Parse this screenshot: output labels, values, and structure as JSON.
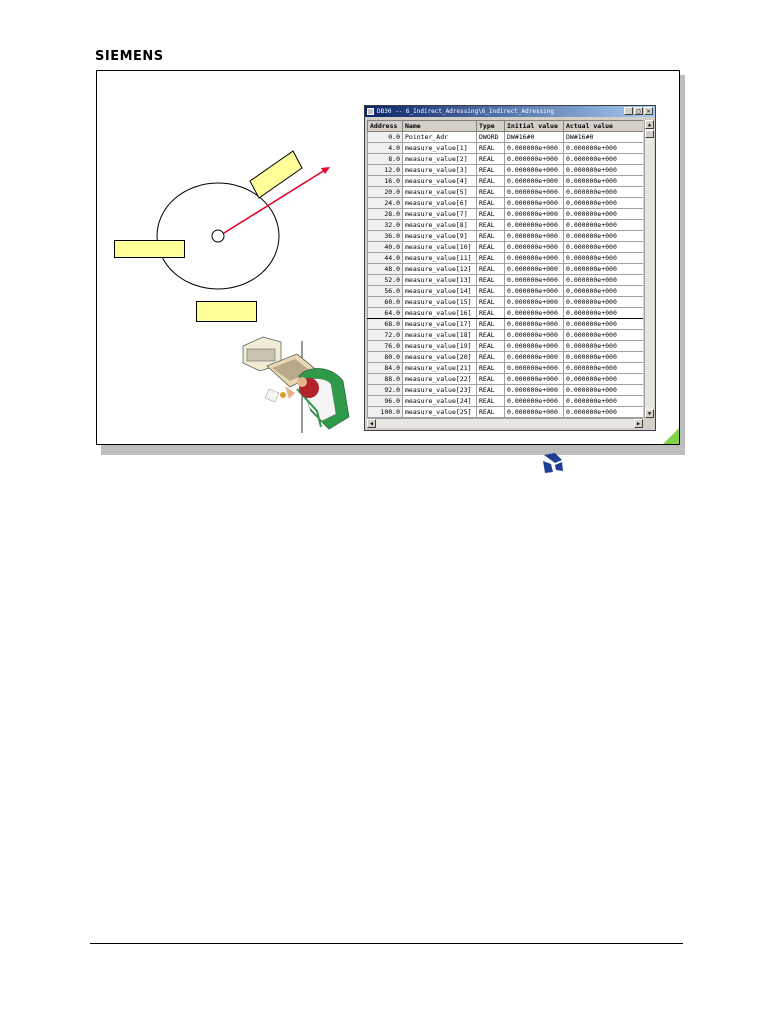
{
  "header": {
    "logo_text": "SIEMENS"
  },
  "db_window": {
    "title": "DB30 -- 6_Indirect_Adressing\\6_Indirect_Adressing",
    "controls": [
      "_",
      "□",
      "×"
    ],
    "columns": [
      "Address",
      "Name",
      "Type",
      "Initial value",
      "Actual value"
    ],
    "rows": [
      [
        "0.0",
        "Pointer_Adr",
        "DWORD",
        "DW#16#0",
        "DW#16#0"
      ],
      [
        "4.0",
        "measure_value[1]",
        "REAL",
        "0.000000e+000",
        "0.000000e+000"
      ],
      [
        "8.0",
        "measure_value[2]",
        "REAL",
        "0.000000e+000",
        "0.000000e+000"
      ],
      [
        "12.0",
        "measure_value[3]",
        "REAL",
        "0.000000e+000",
        "0.000000e+000"
      ],
      [
        "16.0",
        "measure_value[4]",
        "REAL",
        "0.000000e+000",
        "0.000000e+000"
      ],
      [
        "20.0",
        "measure_value[5]",
        "REAL",
        "0.000000e+000",
        "0.000000e+000"
      ],
      [
        "24.0",
        "measure_value[6]",
        "REAL",
        "0.000000e+000",
        "0.000000e+000"
      ],
      [
        "28.0",
        "measure_value[7]",
        "REAL",
        "0.000000e+000",
        "0.000000e+000"
      ],
      [
        "32.0",
        "measure_value[8]",
        "REAL",
        "0.000000e+000",
        "0.000000e+000"
      ],
      [
        "36.0",
        "measure_value[9]",
        "REAL",
        "0.000000e+000",
        "0.000000e+000"
      ],
      [
        "40.0",
        "measure_value[10]",
        "REAL",
        "0.000000e+000",
        "0.000000e+000"
      ],
      [
        "44.0",
        "measure_value[11]",
        "REAL",
        "0.000000e+000",
        "0.000000e+000"
      ],
      [
        "48.0",
        "measure_value[12]",
        "REAL",
        "0.000000e+000",
        "0.000000e+000"
      ],
      [
        "52.0",
        "measure_value[13]",
        "REAL",
        "0.000000e+000",
        "0.000000e+000"
      ],
      [
        "56.0",
        "measure_value[14]",
        "REAL",
        "0.000000e+000",
        "0.000000e+000"
      ],
      [
        "60.0",
        "measure_value[15]",
        "REAL",
        "0.000000e+000",
        "0.000000e+000"
      ],
      [
        "64.0",
        "measure_value[16]",
        "REAL",
        "0.000000e+000",
        "0.000000e+000"
      ],
      [
        "68.0",
        "measure_value[17]",
        "REAL",
        "0.000000e+000",
        "0.000000e+000"
      ],
      [
        "72.0",
        "measure_value[18]",
        "REAL",
        "0.000000e+000",
        "0.000000e+000"
      ],
      [
        "76.0",
        "measure_value[19]",
        "REAL",
        "0.000000e+000",
        "0.000000e+000"
      ],
      [
        "80.0",
        "measure_value[20]",
        "REAL",
        "0.000000e+000",
        "0.000000e+000"
      ],
      [
        "84.0",
        "measure_value[21]",
        "REAL",
        "0.000000e+000",
        "0.000000e+000"
      ],
      [
        "88.0",
        "measure_value[22]",
        "REAL",
        "0.000000e+000",
        "0.000000e+000"
      ],
      [
        "92.0",
        "measure_value[23]",
        "REAL",
        "0.000000e+000",
        "0.000000e+000"
      ],
      [
        "96.0",
        "measure_value[24]",
        "REAL",
        "0.000000e+000",
        "0.000000e+000"
      ],
      [
        "100.0",
        "measure_value[25]",
        "REAL",
        "0.000000e+000",
        "0.000000e+000"
      ]
    ]
  },
  "icons": {
    "corner": "slide-corner-icon",
    "siemens_symbol": "siemens-symbol-icon"
  },
  "colors": {
    "label_box": "#ffff99",
    "pointer_arrow": "#e8002a",
    "corner": "#7fd44a",
    "symbol": "#1f3f95"
  }
}
